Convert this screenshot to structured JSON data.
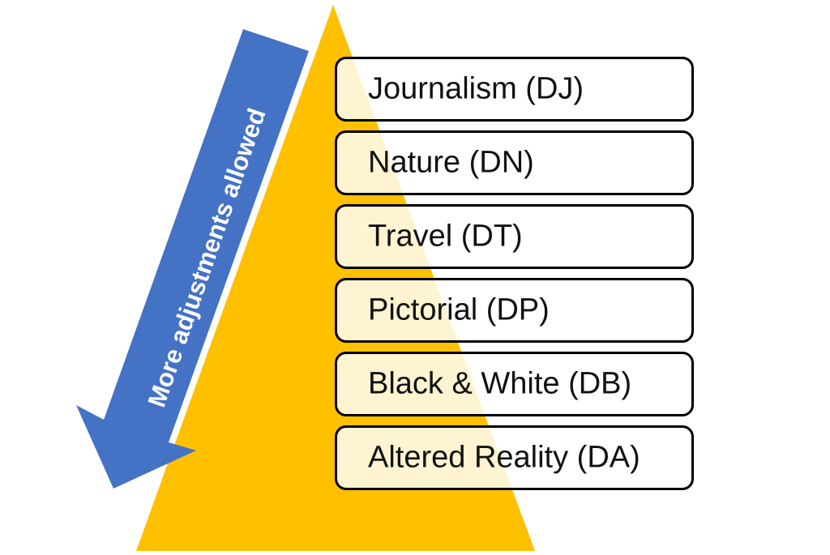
{
  "arrow_label": "More adjustments allowed",
  "categories": [
    {
      "label": "Journalism (DJ)"
    },
    {
      "label": "Nature (DN)"
    },
    {
      "label": "Travel (DT)"
    },
    {
      "label": "Pictorial (DP)"
    },
    {
      "label": "Black & White (DB)"
    },
    {
      "label": "Altered Reality (DA)"
    }
  ],
  "colors": {
    "triangle": "#FFC000",
    "arrow": "#4472C4",
    "arrow_text": "#FFFFFF",
    "box_border": "#000000"
  }
}
